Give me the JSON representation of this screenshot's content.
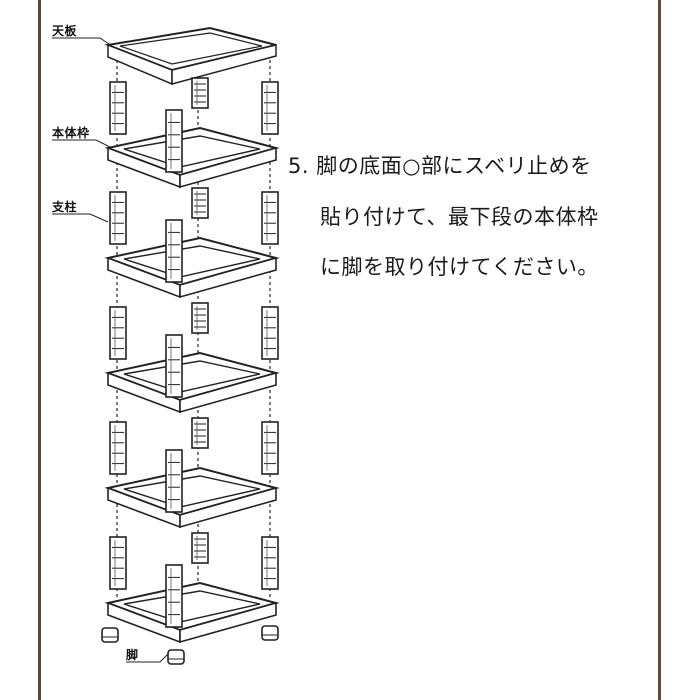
{
  "labels": {
    "top_board": "天板",
    "main_frame": "本体枠",
    "post": "支柱",
    "leg": "脚"
  },
  "instruction": {
    "line1": "5. 脚の底面○部にスベリ止めを",
    "line2": "貼り付けて、最下段の本体枠",
    "line3": "に脚を取り付けてください。"
  },
  "colors": {
    "frame_border": "#5b4a3a",
    "line": "#222222"
  }
}
